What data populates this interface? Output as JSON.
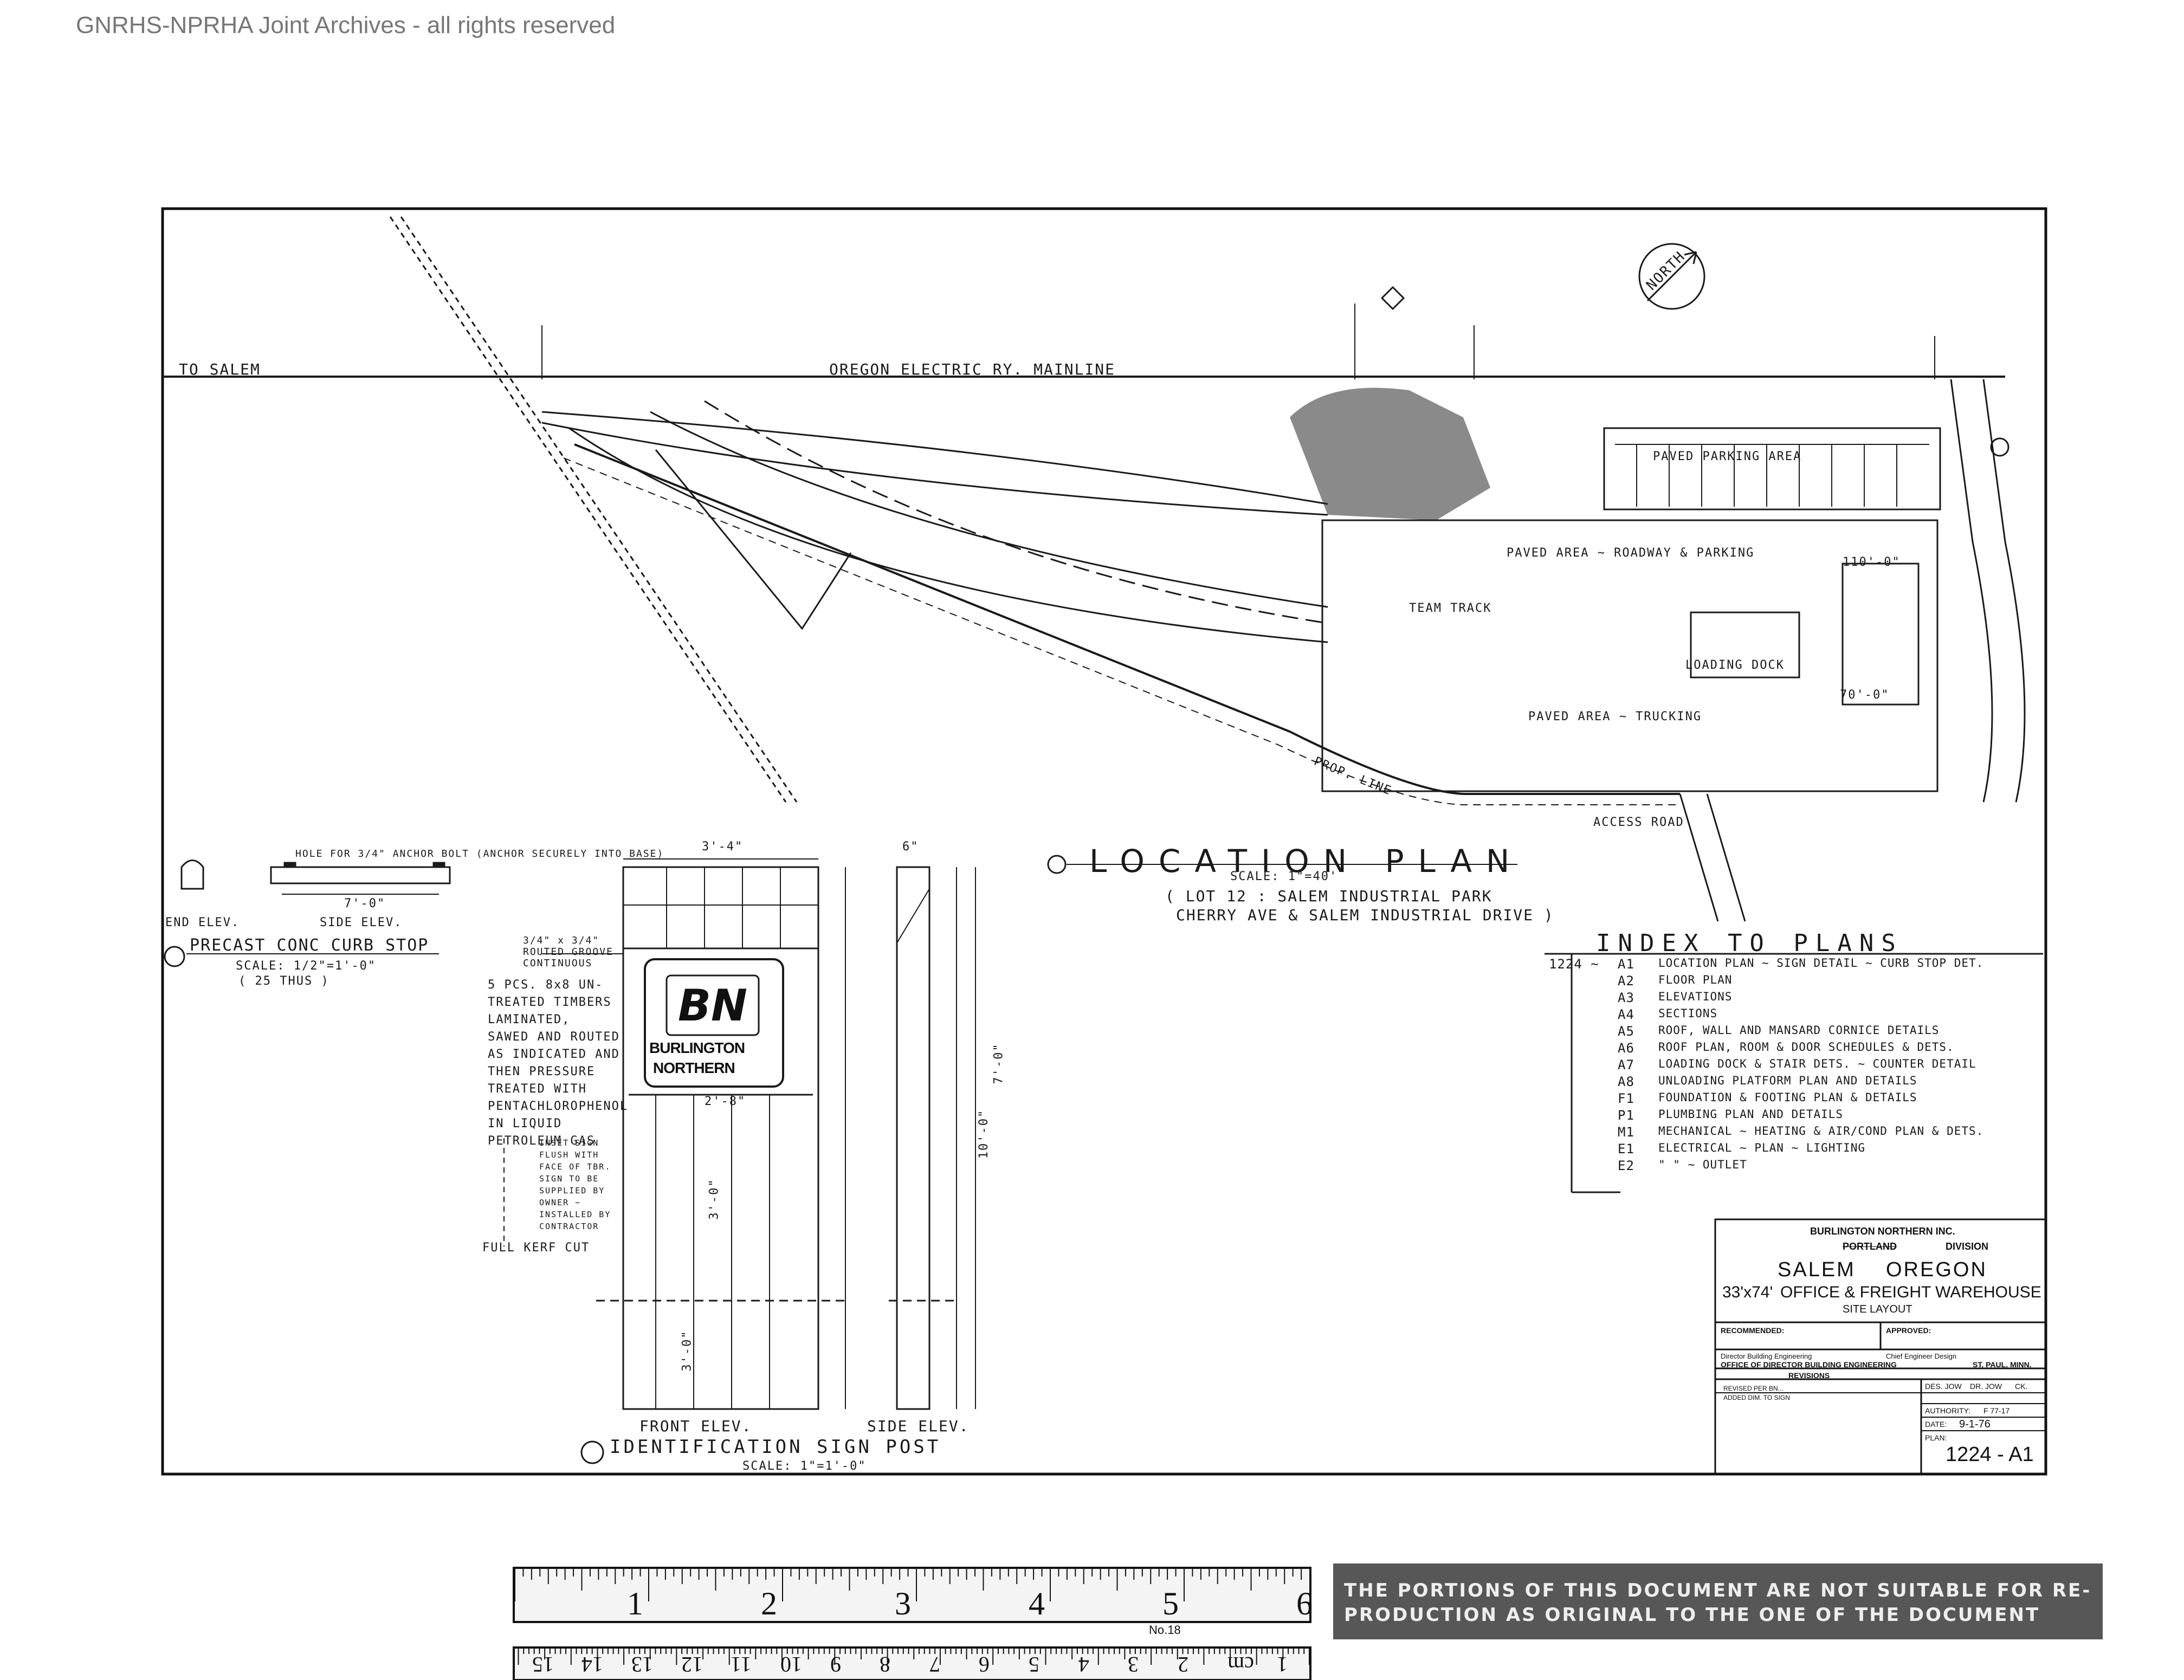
{
  "watermark": "GNRHS-NPRHA Joint Archives - all rights reserved",
  "site_plan": {
    "north_arrow": "NORTH",
    "to_salem": "TO SALEM",
    "mainline": "OREGON ELECTRIC RY. MAINLINE",
    "parking_area": "PAVED PARKING AREA",
    "paved_roadway": "PAVED AREA ~ ROADWAY & PARKING",
    "paved_trucking": "PAVED AREA ~ TRUCKING",
    "team_track": "TEAM TRACK",
    "property_line": "PROP. LINE",
    "access_road": "ACCESS ROAD",
    "loading_dock": "LOADING DOCK",
    "dim_70": "70'-0\"",
    "dim_110": "110'-0\""
  },
  "location_plan": {
    "title": "LOCATION PLAN",
    "scale": "SCALE: 1\"=40'",
    "lot_line1": "( LOT 12 : SALEM INDUSTRIAL PARK",
    "lot_line2": "CHERRY AVE & SALEM INDUSTRIAL DRIVE )"
  },
  "curb_stop": {
    "hole_note": "HOLE FOR 3/4\" ANCHOR BOLT (ANCHOR SECURELY INTO BASE)",
    "end_elev": "END ELEV.",
    "side_elev": "SIDE ELEV.",
    "length": "7'-0\"",
    "title": "PRECAST CONC CURB STOP",
    "scale": "SCALE: 1/2\"=1'-0\"",
    "note": "( 25 THUS )"
  },
  "sign_post": {
    "width_dim": "3'-4\"",
    "side_width": "6\"",
    "groove_note": "3/4\" x 3/4\" ROUTED GROOVE CONTINUOUS",
    "timber_note": [
      "5 PCS. 8x8 UN-",
      "TREATED TIMBERS",
      "LAMINATED,",
      "SAWED AND ROUTED",
      "AS INDICATED AND",
      "THEN PRESSURE",
      "TREATED WITH",
      "PENTACHLOROPHENOL",
      "IN LIQUID",
      "PETROLEUM GAS"
    ],
    "inset_note": [
      "INSET SIGN",
      "FLUSH WITH",
      "FACE OF TBR.",
      "SIGN TO BE",
      "SUPPLIED BY",
      "OWNER ~",
      "INSTALLED BY",
      "CONTRACTOR"
    ],
    "full_kerf": "FULL KERF CUT",
    "logo_line1": "BURLINGTON",
    "logo_line2": "NORTHERN",
    "logo_mark": "BN",
    "dim_7": "7'-0\"",
    "dim_10": "10'-0\"",
    "dim_3a": "3'-0\"",
    "dim_3b": "3'-0\"",
    "dim_2_8": "2'-8\"",
    "front_elev": "FRONT ELEV.",
    "side_elev": "SIDE ELEV.",
    "title": "IDENTIFICATION SIGN POST",
    "scale": "SCALE: 1\"=1'-0\""
  },
  "index": {
    "title": "INDEX TO PLANS",
    "prefix": "1224 ~",
    "rows": [
      {
        "code": "A1",
        "desc": "LOCATION PLAN ~ SIGN DETAIL ~ CURB STOP DET."
      },
      {
        "code": "A2",
        "desc": "FLOOR PLAN"
      },
      {
        "code": "A3",
        "desc": "ELEVATIONS"
      },
      {
        "code": "A4",
        "desc": "SECTIONS"
      },
      {
        "code": "A5",
        "desc": "ROOF, WALL AND MANSARD CORNICE DETAILS"
      },
      {
        "code": "A6",
        "desc": "ROOF PLAN, ROOM & DOOR SCHEDULES & DETS."
      },
      {
        "code": "A7",
        "desc": "LOADING DOCK & STAIR DETS. ~ COUNTER DETAIL"
      },
      {
        "code": "A8",
        "desc": "UNLOADING PLATFORM PLAN AND DETAILS"
      },
      {
        "code": "F1",
        "desc": "FOUNDATION & FOOTING PLAN & DETAILS"
      },
      {
        "code": "P1",
        "desc": "PLUMBING PLAN AND DETAILS"
      },
      {
        "code": "M1",
        "desc": "MECHANICAL ~ HEATING & AIR/COND PLAN & DETS."
      },
      {
        "code": "E1",
        "desc": "ELECTRICAL ~ PLAN ~ LIGHTING"
      },
      {
        "code": "E2",
        "desc": "\"       \" ~ OUTLET"
      }
    ]
  },
  "title_block": {
    "company": "BURLINGTON NORTHERN INC.",
    "division": "PORTLAND",
    "division_label": "DIVISION",
    "city": "SALEM",
    "state": "OREGON",
    "size": "33'x74'",
    "project": "OFFICE & FREIGHT WAREHOUSE",
    "sheet_desc": "SITE LAYOUT",
    "recommended": "RECOMMENDED:",
    "approved": "APPROVED:",
    "director": "Director Building Engineering",
    "chief": "Chief Engineer Design",
    "office": "OFFICE OF DIRECTOR BUILDING ENGINEERING",
    "location": "ST. PAUL, MINN.",
    "revisions": "REVISIONS",
    "rev1": "REVISED PER BN...",
    "rev2": "ADDED DIM. TO SIGN",
    "des": "DES. JOW",
    "dr": "DR. JOW",
    "ck": "CK.",
    "authority": "AUTHORITY:",
    "authority_val": "F 77-17",
    "date_label": "DATE:",
    "date": "9-1-76",
    "plan_label": "PLAN:",
    "plan_no": "1224 - A1"
  },
  "ruler": {
    "inches": [
      "1",
      "2",
      "3",
      "4",
      "5",
      "6"
    ],
    "cm": [
      "1",
      "cm",
      "2",
      "3",
      "4",
      "5",
      "6",
      "7",
      "8",
      "9",
      "10",
      "11",
      "12",
      "13",
      "14",
      "15"
    ],
    "model": "No.18"
  },
  "notice": {
    "line1": "THE PORTIONS OF THIS DOCUMENT ARE NOT SUITABLE FOR RE-",
    "line2": "PRODUCTION AS ORIGINAL TO THE ONE OF THE DOCUMENT"
  }
}
